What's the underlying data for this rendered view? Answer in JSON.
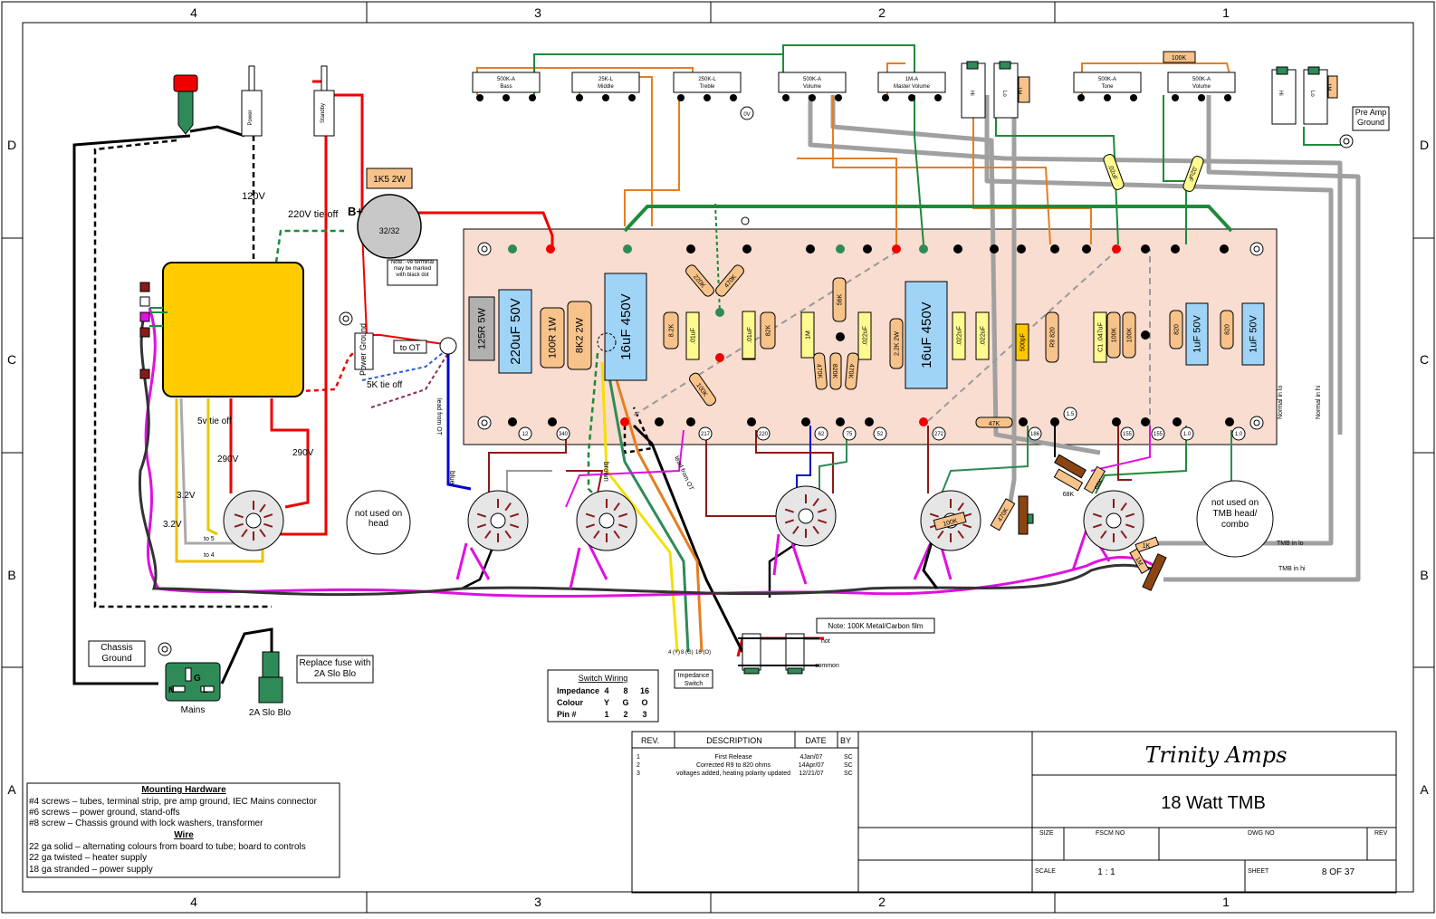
{
  "frame": {
    "columns": [
      "4",
      "3",
      "2",
      "1"
    ],
    "rows": [
      "D",
      "C",
      "B",
      "A"
    ]
  },
  "controls": {
    "pots": [
      {
        "value": "500K-A",
        "name": "Bass"
      },
      {
        "value": "25K-L",
        "name": "Middle"
      },
      {
        "value": "250K-L",
        "name": "Treble"
      },
      {
        "value": "500K-A",
        "name": "Volume"
      },
      {
        "value": "1M-A",
        "name": "Master Volume"
      },
      {
        "value": "500K-A",
        "name": "Tone"
      },
      {
        "value": "500K-A",
        "name": "Volume"
      }
    ],
    "ov_label": "0V",
    "tone_resistor": "100K",
    "jack_labels": [
      "Hi",
      "Lo",
      "Hi",
      "Lo"
    ],
    "jack_res": [
      "1M",
      "1M"
    ],
    "preamp_ground": "Pre Amp Ground"
  },
  "power": {
    "standby": "Standby",
    "fuse_switch": "Power",
    "v120": "120V",
    "v220": "220V tie off",
    "rect_res": "1K5 2W",
    "bplus": "B+",
    "cap_can": "32/32",
    "note_neg": "Note: -ve terminal may be marked with black dot",
    "power_ground": "Power Ground",
    "to_ot": "to OT",
    "fivek": "5K tie off",
    "fivev": "5v tie off",
    "v290a": "290V",
    "v290b": "290V",
    "v32a": "3.2V",
    "v32b": "3.2V",
    "to5": "to 5",
    "to4": "to 4",
    "not_used": "not used on head",
    "chassis_ground": "Chassis Ground",
    "mains": "Mains",
    "fuse": "2A Slo Blo",
    "replace_fuse": "Replace fuse with 2A Slo Blo",
    "iec": [
      "G",
      "N",
      "L"
    ]
  },
  "board": {
    "components": {
      "r125": "125R 5W",
      "c220": "220uF 50V",
      "r100": "100R 1W",
      "r8k2": "8K2 2W",
      "c16a": "16uF 450V",
      "r8k2b": "8.2K",
      "c01a": ".01uF",
      "r82k": "82K",
      "r1m": "1M",
      "r220k": "220K",
      "r470k": "470K",
      "r100k": "100K",
      "r56k": "56K",
      "r470kb": "470K",
      "r820k": "820K",
      "r470kc": "470K",
      "c022": ".022uF",
      "r22k": "2.2K 2W",
      "c16b": "16uF 450V",
      "c022b": ".022uF",
      "c022c": ".022uF",
      "r9": "R9 820",
      "c500p": "500pF",
      "c1": "C1 .047uF",
      "r100kb": "100K",
      "r100kc": "100K",
      "r820a": "820",
      "c1u50a": "1uF 50V",
      "r820b": "820",
      "c1u50b": "1uF 50V",
      "r47k": "47K",
      "c01b": ".01uF",
      "c01c": ".01uF",
      "c02a": ".02uF",
      "c02b": ".02uF"
    },
    "node_labels": [
      "12",
      "340",
      "217",
      "220",
      "62",
      "75",
      "52",
      "272",
      "186",
      "1.5",
      "155",
      "155",
      "1.0",
      "1.0"
    ],
    "normal_lo": "Normal in lo",
    "normal_hi": "Normal in hi",
    "tmb_lo": "TMB in lo",
    "tmb_hi": "TMB in hi"
  },
  "wiring": {
    "lead_ot1": "lead from OT",
    "lead_ot2": "lead from OT",
    "blue": "blue",
    "brown": "brown",
    "not_used_tmb": "not used on TMB head/ combo",
    "r100k_a": "100K",
    "r470k_a": "470K",
    "r68k_a": "68K",
    "r68k_b": "68K",
    "r1k_a": "1K",
    "r1m_a": "1M",
    "note100k": "Note: 100K Metal/Carbon film",
    "hot": "hot",
    "common": "common",
    "impedance_switch": "Impedance Switch",
    "imp_taps": [
      "4 (Y)",
      "8 (G)",
      "16 (O)"
    ]
  },
  "switch_wiring": {
    "title": "Switch Wiring",
    "rows": [
      {
        "label": "Impedance",
        "vals": [
          "4",
          "8",
          "16"
        ]
      },
      {
        "label": "Colour",
        "vals": [
          "Y",
          "G",
          "O"
        ]
      },
      {
        "label": "Pin #",
        "vals": [
          "1",
          "2",
          "3"
        ]
      }
    ]
  },
  "notes": {
    "mounting_title": "Mounting Hardware",
    "mounting": [
      "#4 screws – tubes, terminal strip, pre amp ground, IEC Mains connector",
      "#6 screws – power ground, stand-offs",
      "#8 screw – Chassis ground with lock washers, transformer"
    ],
    "wire_title": "Wire",
    "wire": [
      "22 ga solid – alternating colours from board to tube; board to controls",
      "22 ga twisted – heater supply",
      "18 ga stranded – power supply"
    ]
  },
  "revisions": {
    "headers": [
      "REV.",
      "DESCRIPTION",
      "DATE",
      "BY"
    ],
    "rows": [
      {
        "rev": "1",
        "desc": "First Release",
        "date": "4Jan/07",
        "by": "SC"
      },
      {
        "rev": "2",
        "desc": "Corrected R9 to 820 ohms",
        "date": "14Apr/07",
        "by": "SC"
      },
      {
        "rev": "3",
        "desc": "voltages added, heating polarity updated",
        "date": "12/21/07",
        "by": "SC"
      }
    ]
  },
  "title_block": {
    "company": "Trinity Amps",
    "title": "18 Watt TMB",
    "size_label": "SIZE",
    "fscm_label": "FSCM NO",
    "dwg_label": "DWG NO",
    "rev_label": "REV",
    "scale_label": "SCALE",
    "scale": "1 : 1",
    "sheet_label": "SHEET",
    "sheet": "8 OF 37"
  }
}
